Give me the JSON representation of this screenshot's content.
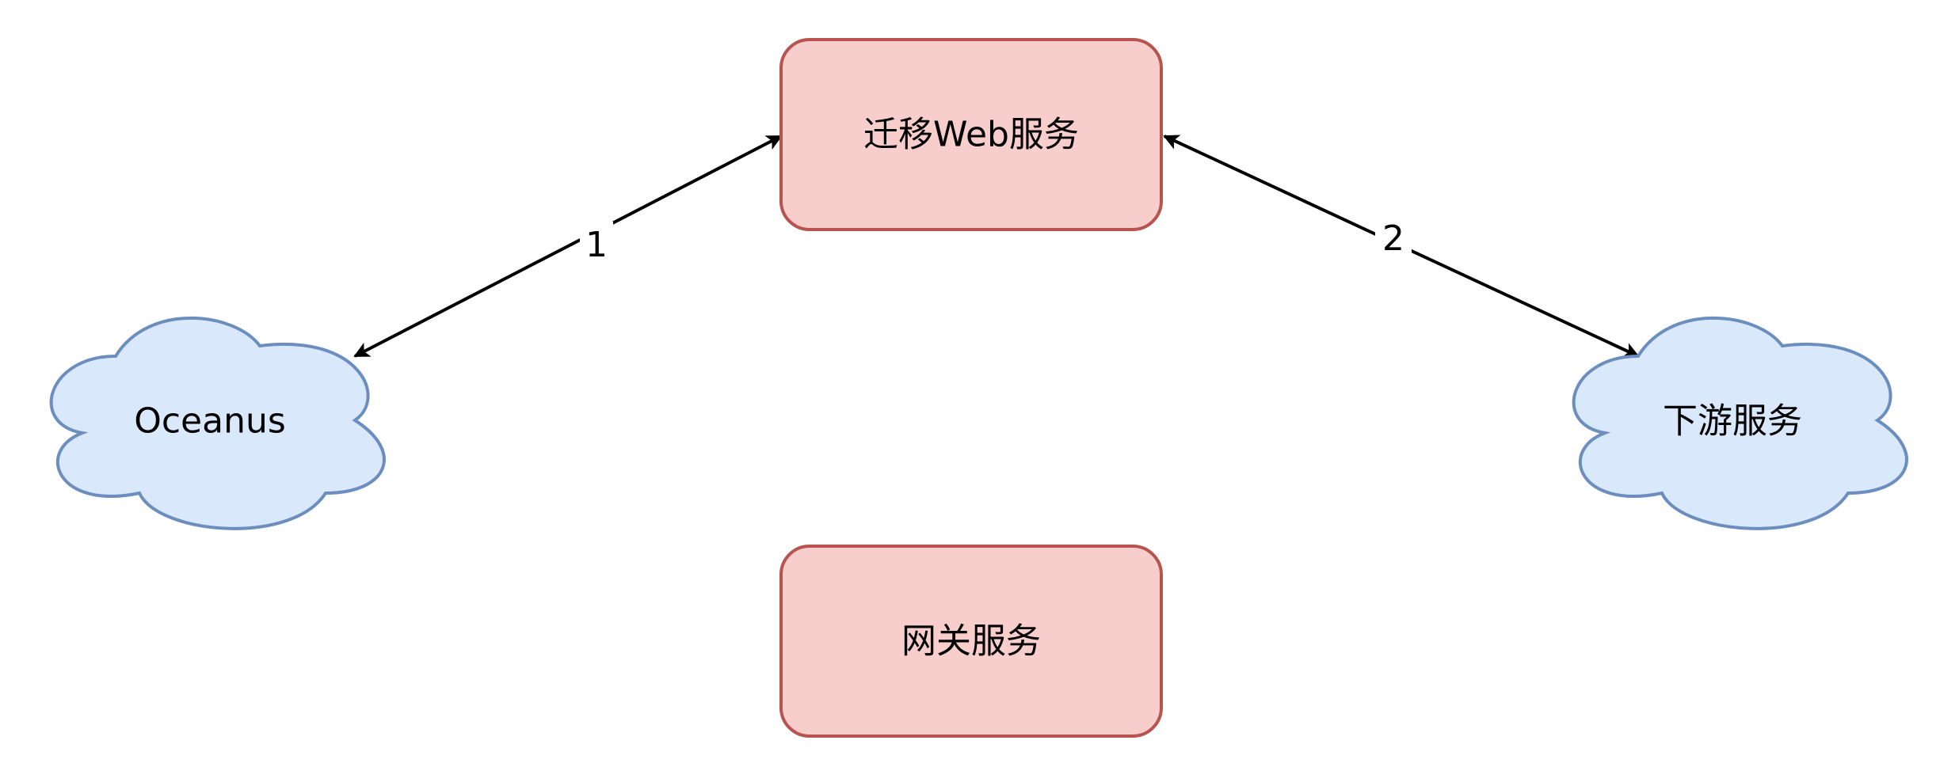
{
  "colors": {
    "service_fill": "#f8cecc",
    "service_stroke": "#b85450",
    "cloud_fill": "#dae8fc",
    "cloud_stroke": "#6c8ebf",
    "edge": "#000000",
    "text": "#000000"
  },
  "nodes": {
    "migration_web": {
      "label": "迁移Web服务",
      "shape": "rounded-rectangle"
    },
    "gateway": {
      "label": "网关服务",
      "shape": "rounded-rectangle"
    },
    "oceanus": {
      "label": "Oceanus",
      "shape": "cloud"
    },
    "downstream": {
      "label": "下游服务",
      "shape": "cloud"
    }
  },
  "edges": [
    {
      "from": "oceanus",
      "to": "migration_web",
      "label": "1",
      "direction": "bidirectional"
    },
    {
      "from": "migration_web",
      "to": "downstream",
      "label": "2",
      "direction": "bidirectional"
    }
  ]
}
